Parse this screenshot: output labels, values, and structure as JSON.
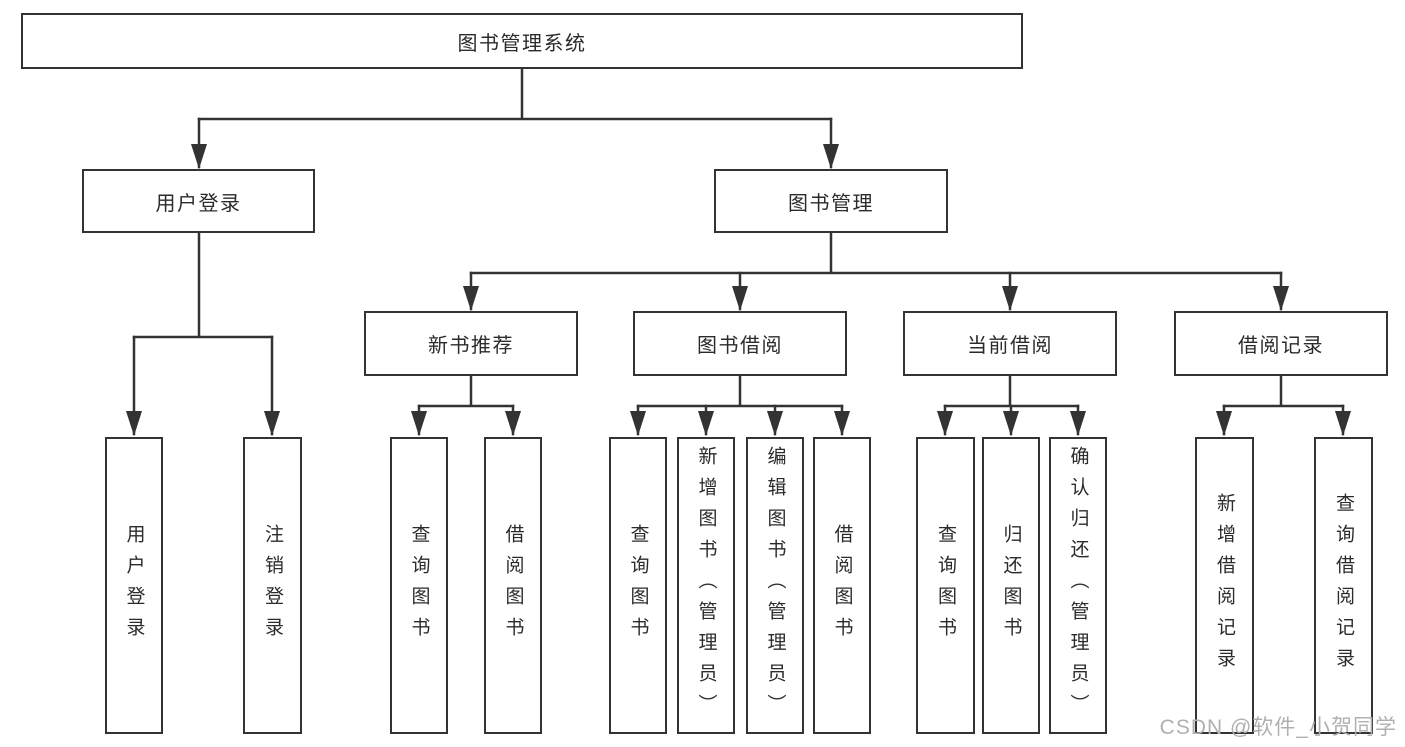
{
  "diagram": {
    "title": "图书管理系统",
    "colors": {
      "line": "#333333",
      "text": "#2b2b2b",
      "background": "#ffffff",
      "watermark": "#b0b0b0"
    },
    "nodes": {
      "root": {
        "label": "图书管理系统"
      },
      "level1": [
        {
          "label": "用户登录"
        },
        {
          "label": "图书管理"
        }
      ],
      "level2": [
        {
          "label": "新书推荐"
        },
        {
          "label": "图书借阅"
        },
        {
          "label": "当前借阅"
        },
        {
          "label": "借阅记录"
        }
      ],
      "level3": [
        {
          "label": "用户登录"
        },
        {
          "label": "注销登录"
        },
        {
          "label": "查询图书"
        },
        {
          "label": "借阅图书"
        },
        {
          "label": "查询图书"
        },
        {
          "label": "新增图书（管理员）"
        },
        {
          "label": "编辑图书（管理员）"
        },
        {
          "label": "借阅图书"
        },
        {
          "label": "查询图书"
        },
        {
          "label": "归还图书"
        },
        {
          "label": "确认归还（管理员）"
        },
        {
          "label": "新增借阅记录"
        },
        {
          "label": "查询借阅记录"
        }
      ]
    },
    "watermark": "CSDN @软件_小贺同学"
  }
}
